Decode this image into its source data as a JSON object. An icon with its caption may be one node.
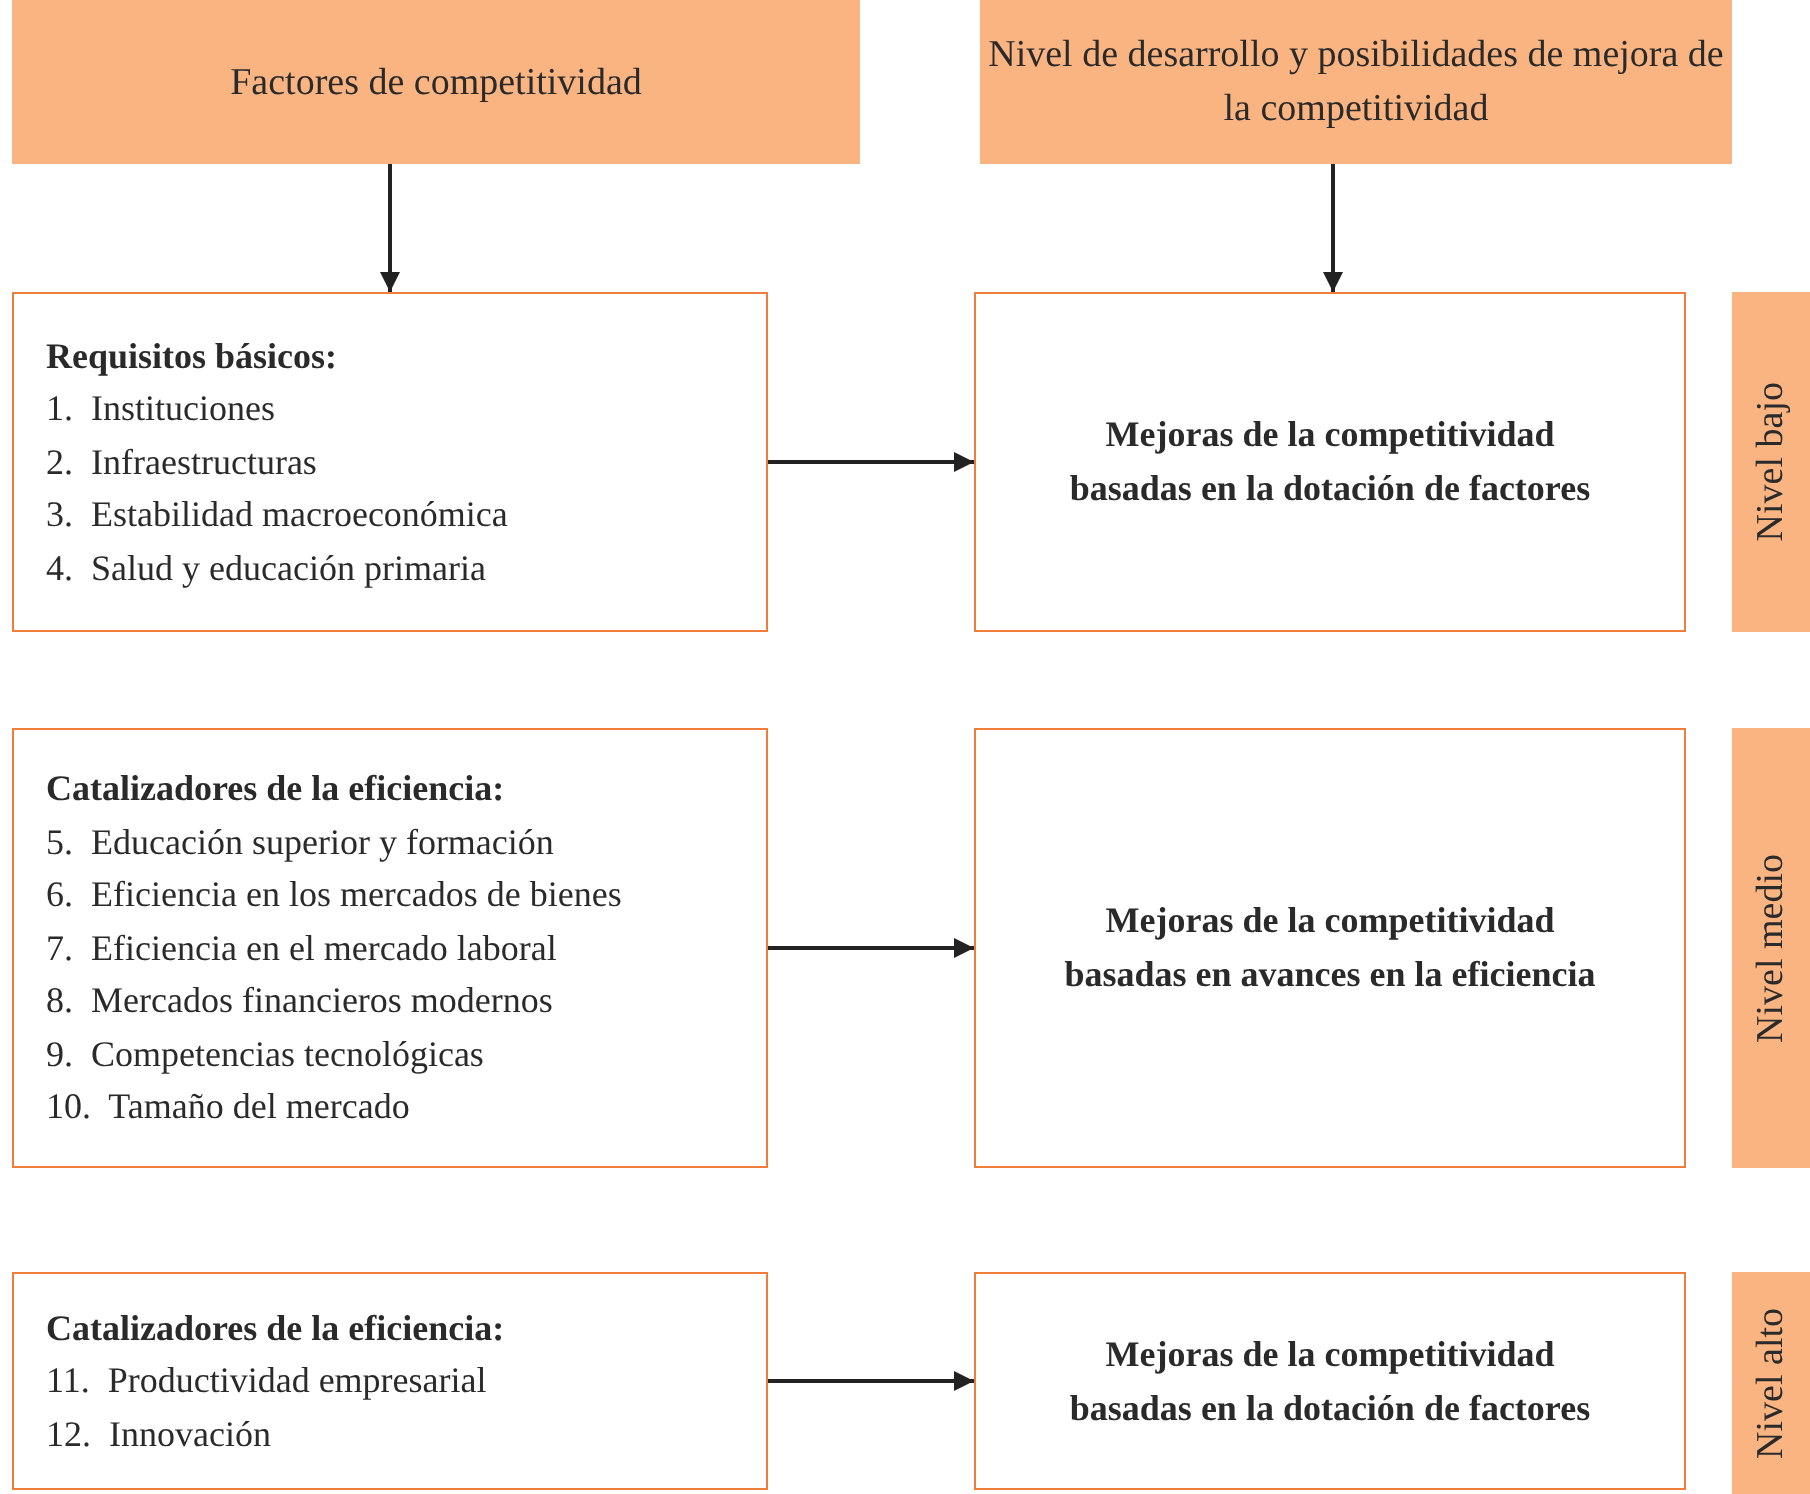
{
  "diagram": {
    "nodes": [
      {
        "text": [
          "Factores de competitividad"
        ]
      },
      {
        "text": [
          "Nivel de desarrollo y posibilidades de mejora de la competitividad"
        ]
      },
      {
        "text": [
          "Requisitos básicos:",
          "1.  Instituciones",
          "2.  Infraestructuras",
          "3.  Estabilidad macroeconómica",
          "4.  Salud y educación primaria"
        ]
      },
      {
        "text": [
          "Mejoras de la competitividad basadas en la dotación de factores"
        ]
      },
      {
        "text": [
          "Nivel bajo"
        ]
      },
      {
        "text": [
          "Catalizadores de la eficiencia:",
          "5.  Educación superior y formación",
          "6.  Eficiencia en los mercados de bienes",
          "7.  Eficiencia en el mercado laboral",
          "8.  Mercados financieros modernos",
          "9.  Competencias tecnológicas",
          "10.  Tamaño del mercado"
        ]
      },
      {
        "text": [
          "Mejoras de la competitividad basadas en avances en la eficiencia"
        ]
      },
      {
        "text": [
          "Nivel medio"
        ]
      },
      {
        "text": [
          "Catalizadores de la eficiencia:",
          "11.  Productividad empresarial",
          "12.  Innovación"
        ]
      },
      {
        "text": [
          "Mejoras de la competitividad basadas en la dotación de factores"
        ]
      },
      {
        "text": [
          "Nivel alto"
        ]
      }
    ],
    "edges": [
      {
        "from": 0,
        "to": 2,
        "arrow": "to"
      },
      {
        "from": 1,
        "to": 3,
        "arrow": "to"
      },
      {
        "from": 2,
        "to": 3,
        "arrow": "to"
      },
      {
        "from": 5,
        "to": 6,
        "arrow": "to"
      },
      {
        "from": 8,
        "to": 9,
        "arrow": "to"
      }
    ]
  }
}
